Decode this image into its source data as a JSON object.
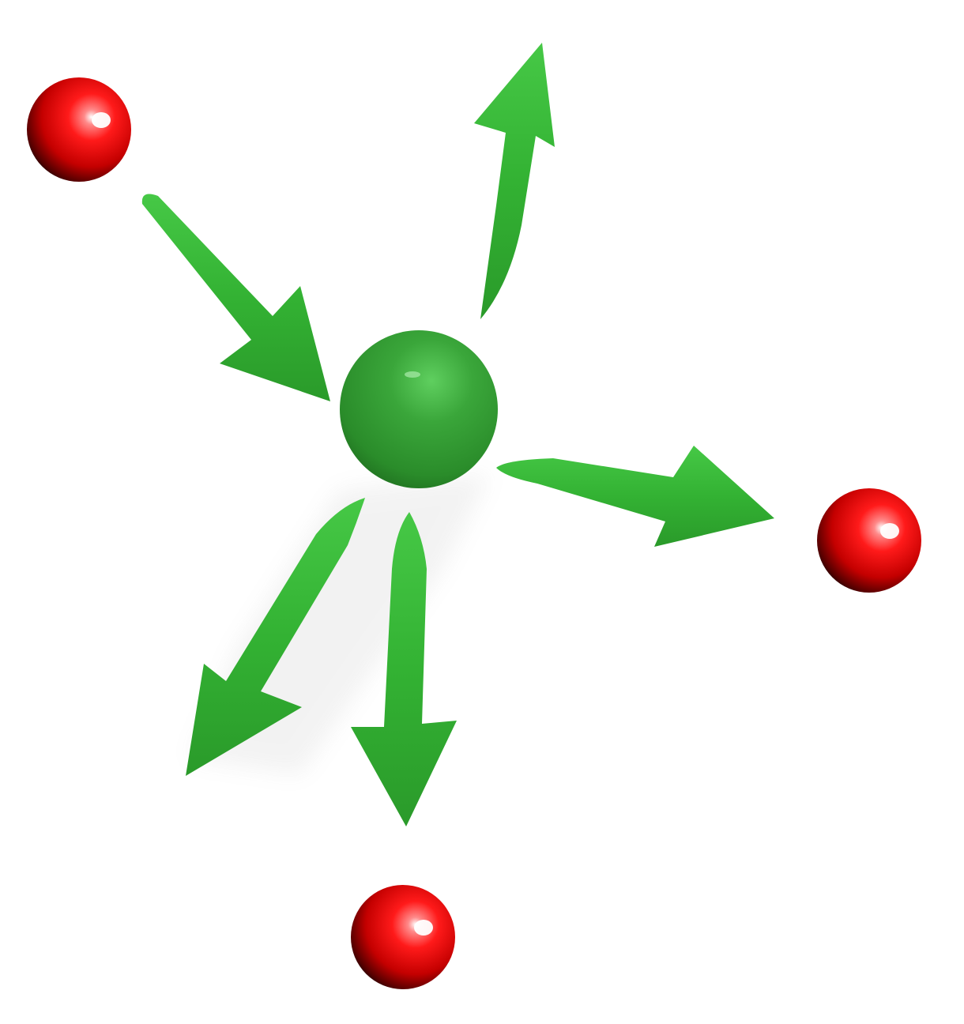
{
  "diagram": {
    "central_node": {
      "icon": "green-sphere",
      "color": "#3aa63a"
    },
    "outer_nodes": [
      {
        "id": "top-left",
        "icon": "red-sphere",
        "color": "#e00000"
      },
      {
        "id": "right",
        "icon": "red-sphere",
        "color": "#e00000"
      },
      {
        "id": "bottom",
        "icon": "red-sphere",
        "color": "#e00000"
      }
    ],
    "arrows": [
      {
        "id": "incoming-from-top-left",
        "direction": "inward",
        "color": "#33b233"
      },
      {
        "id": "outgoing-up",
        "direction": "outward",
        "color": "#33b233"
      },
      {
        "id": "outgoing-right",
        "direction": "outward",
        "color": "#33b233"
      },
      {
        "id": "outgoing-down-left",
        "direction": "outward",
        "color": "#33b233"
      },
      {
        "id": "outgoing-down",
        "direction": "outward",
        "color": "#33b233"
      }
    ]
  }
}
